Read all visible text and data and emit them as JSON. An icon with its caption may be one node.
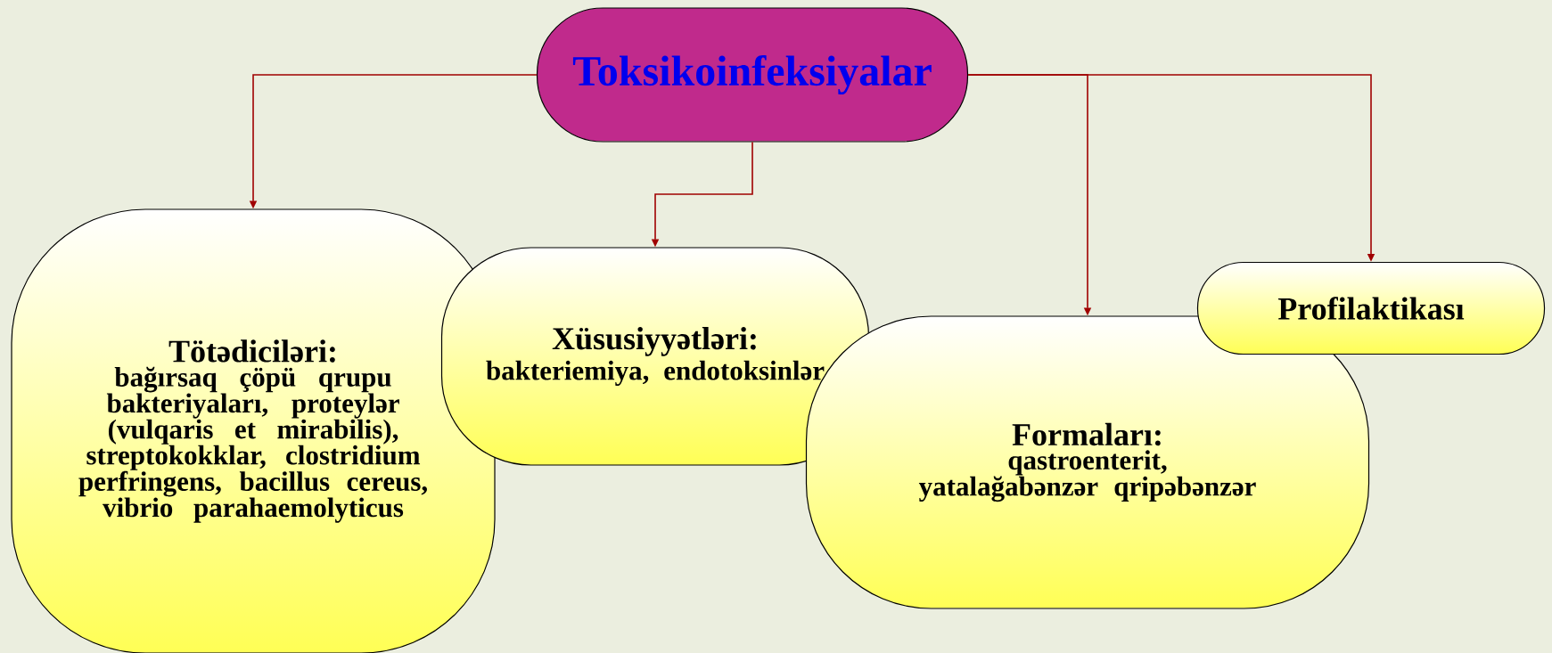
{
  "diagram": {
    "nodes": [
      {
        "text": [
          "Toksikoinfeksiyalar"
        ]
      },
      {
        "text": [
          "Tötədiciləri:",
          "bağırsaq çöpü qrupu bakteriyaları, proteylər (vulqaris et mirabilis), streptokokklar, clostridium perfringens, bacillus cereus, vibrio parahaemolyticus"
        ]
      },
      {
        "text": [
          "Xüsusiyyətləri:",
          "bakteriemiya, endotoksinlər"
        ]
      },
      {
        "text": [
          "Formaları:",
          "qastroenterit, yatalağabənzər qripəbənzər"
        ]
      },
      {
        "text": [
          "Profilaktikası"
        ]
      }
    ],
    "edges": [
      {
        "from": 0,
        "to": 1,
        "arrow": "to"
      },
      {
        "from": 0,
        "to": 2,
        "arrow": "to"
      },
      {
        "from": 0,
        "to": 3,
        "arrow": "to"
      },
      {
        "from": 0,
        "to": 4,
        "arrow": "to"
      }
    ]
  }
}
